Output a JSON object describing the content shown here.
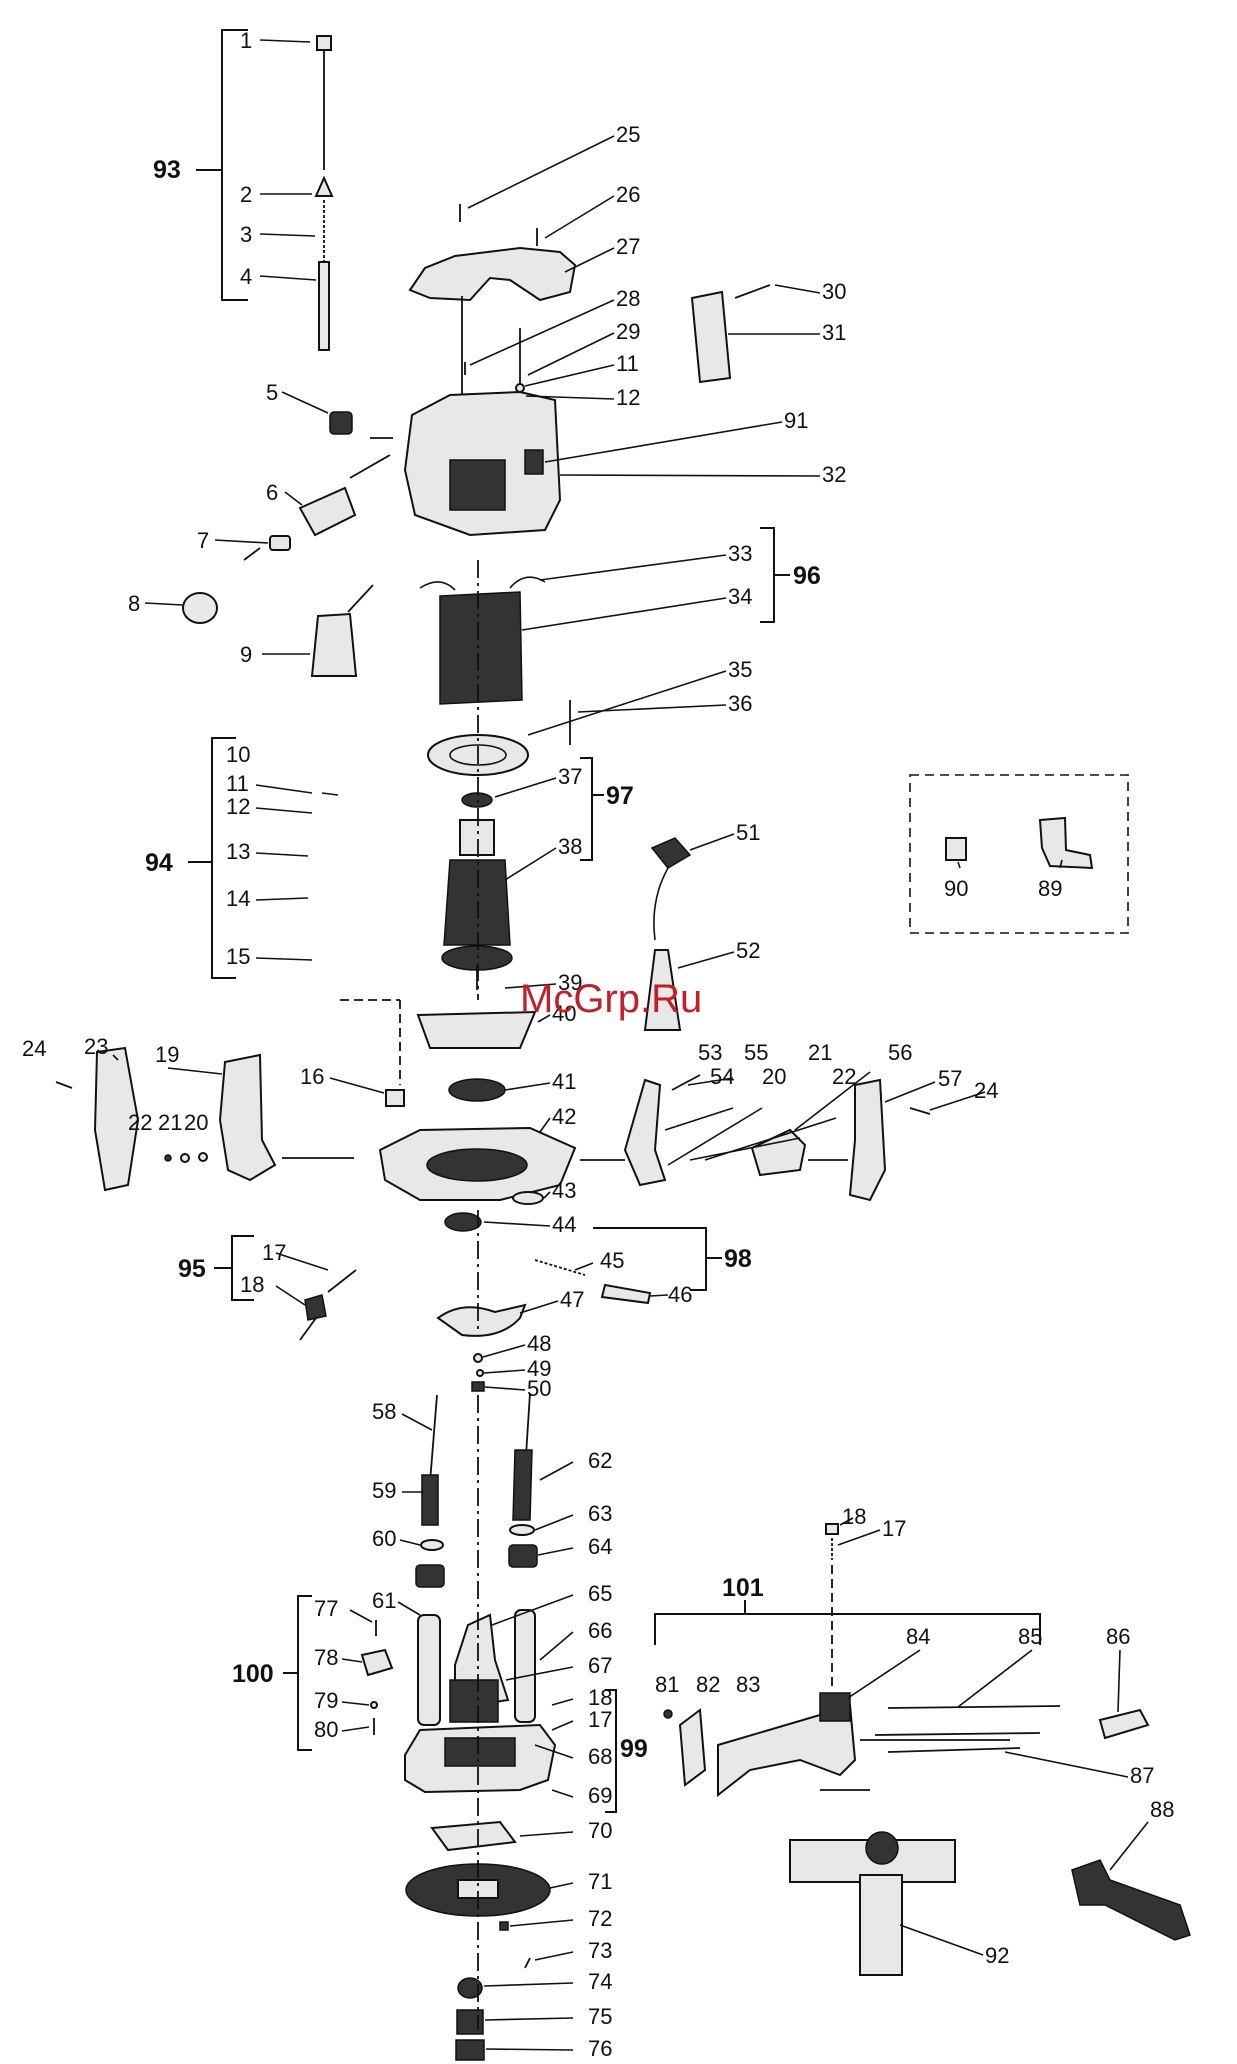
{
  "watermark": "McGrp.Ru",
  "callouts": {
    "c1": "1",
    "c2": "2",
    "c3": "3",
    "c4": "4",
    "c5": "5",
    "c6": "6",
    "c7": "7",
    "c8": "8",
    "c9": "9",
    "c10": "10",
    "c11a": "11",
    "c12a": "12",
    "c13": "13",
    "c14": "14",
    "c15": "15",
    "c16": "16",
    "c17a": "17",
    "c18a": "18",
    "c19": "19",
    "c20a": "20",
    "c21a": "21",
    "c22a": "22",
    "c23": "23",
    "c24a": "24",
    "c25": "25",
    "c26": "26",
    "c27": "27",
    "c28": "28",
    "c29": "29",
    "c30": "30",
    "c31": "31",
    "c32": "32",
    "c11b": "11",
    "c12b": "12",
    "c91": "91",
    "c33": "33",
    "c34": "34",
    "c35": "35",
    "c36": "36",
    "c37": "37",
    "c38": "38",
    "c39": "39",
    "c40": "40",
    "c41": "41",
    "c42": "42",
    "c43": "43",
    "c44": "44",
    "c45": "45",
    "c46": "46",
    "c47": "47",
    "c48": "48",
    "c49": "49",
    "c50": "50",
    "c51": "51",
    "c52": "52",
    "c53": "53",
    "c54": "54",
    "c55": "55",
    "c20b": "20",
    "c21b": "21",
    "c22b": "22",
    "c56": "56",
    "c57": "57",
    "c24b": "24",
    "c90": "90",
    "c89": "89",
    "c58": "58",
    "c59": "59",
    "c60": "60",
    "c61": "61",
    "c62": "62",
    "c63": "63",
    "c64": "64",
    "c65": "65",
    "c66": "66",
    "c67": "67",
    "c18b": "18",
    "c17b": "17",
    "c68": "68",
    "c69": "69",
    "c70": "70",
    "c71": "71",
    "c72": "72",
    "c73": "73",
    "c74": "74",
    "c75": "75",
    "c76": "76",
    "c77": "77",
    "c78": "78",
    "c79": "79",
    "c80": "80",
    "c18c": "18",
    "c17c": "17",
    "c81": "81",
    "c82": "82",
    "c83": "83",
    "c84": "84",
    "c85": "85",
    "c86": "86",
    "c87": "87",
    "c88": "88",
    "c92": "92"
  },
  "groups": {
    "g93": "93",
    "g94": "94",
    "g95": "95",
    "g96": "96",
    "g97": "97",
    "g98": "98",
    "g99": "99",
    "g100": "100",
    "g101": "101"
  }
}
